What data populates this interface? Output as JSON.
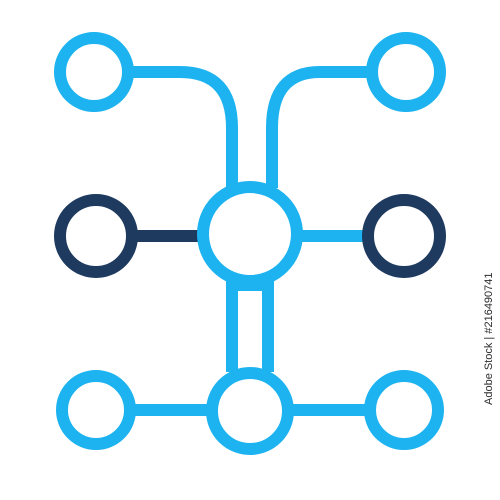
{
  "palette": {
    "light": "#1cb3f0",
    "dark": "#1e3a5f",
    "background": "#ffffff"
  },
  "diagram": {
    "type": "node-network-icon",
    "nodes": [
      {
        "id": "top-left",
        "tone": "light"
      },
      {
        "id": "top-right",
        "tone": "light"
      },
      {
        "id": "middle-left",
        "tone": "dark"
      },
      {
        "id": "center-hub",
        "tone": "light"
      },
      {
        "id": "middle-right",
        "tone": "dark"
      },
      {
        "id": "bottom-left",
        "tone": "light"
      },
      {
        "id": "bottom-hub",
        "tone": "light"
      },
      {
        "id": "bottom-right",
        "tone": "light"
      }
    ],
    "links": [
      {
        "from": "top-left",
        "to": "center-hub",
        "tone": "light"
      },
      {
        "from": "top-right",
        "to": "center-hub",
        "tone": "light"
      },
      {
        "from": "middle-left",
        "to": "center-hub",
        "tone": "dark"
      },
      {
        "from": "center-hub",
        "to": "middle-right",
        "tone": "light"
      },
      {
        "from": "center-hub",
        "to": "bottom-hub",
        "tone": "light"
      },
      {
        "from": "bottom-left",
        "to": "bottom-hub",
        "tone": "light"
      },
      {
        "from": "bottom-hub",
        "to": "bottom-right",
        "tone": "light"
      }
    ]
  },
  "watermark": {
    "id_text": "Adobe Stock | #216490741"
  }
}
